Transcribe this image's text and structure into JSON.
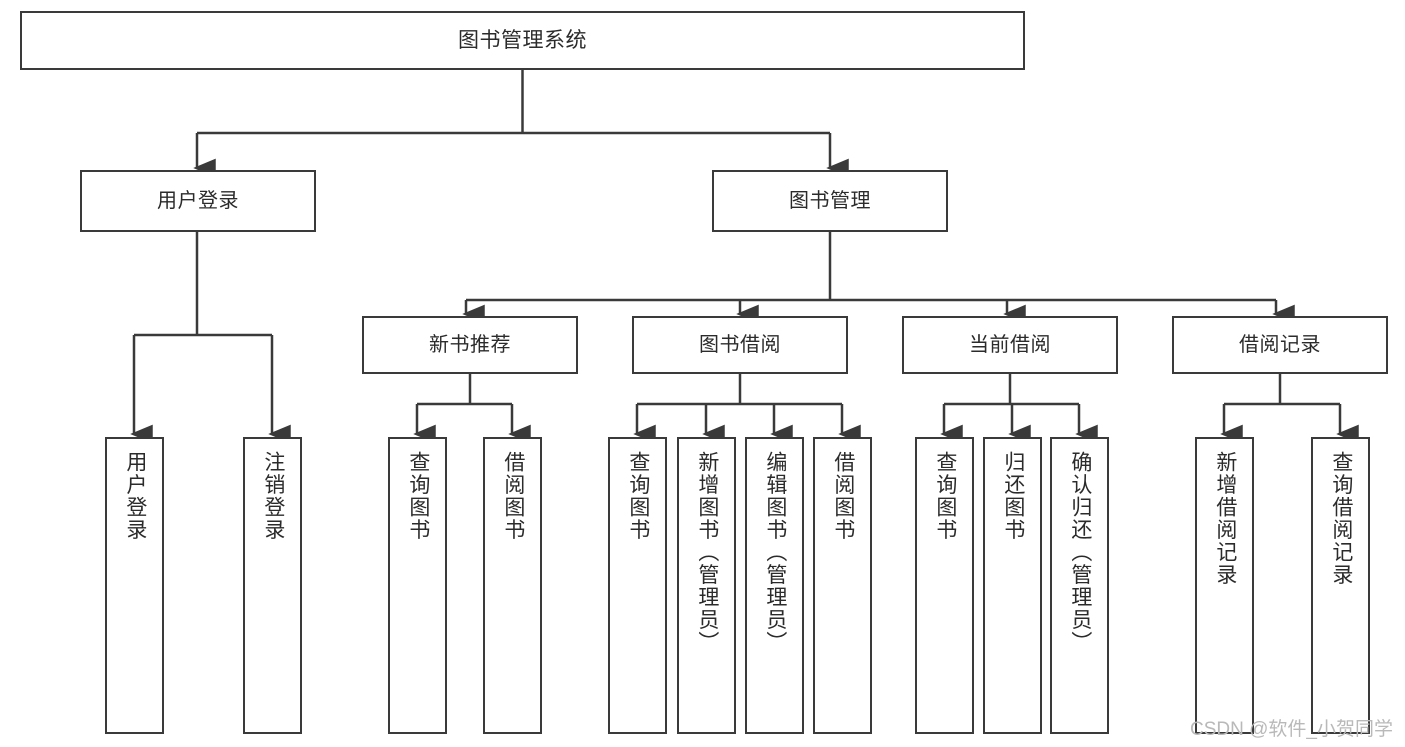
{
  "diagram": {
    "title": "图书管理系统",
    "watermark": "CSDN @软件_小贺同学",
    "root": {
      "label": "图书管理系统"
    },
    "branches": {
      "user_login": {
        "label": "用户登录"
      },
      "book_manage": {
        "label": "图书管理"
      },
      "new_book_rec": {
        "label": "新书推荐"
      },
      "book_borrow": {
        "label": "图书借阅"
      },
      "current_borrow": {
        "label": "当前借阅"
      },
      "borrow_record": {
        "label": "借阅记录"
      }
    },
    "leaves": {
      "user_login_1": {
        "label": "用户登录"
      },
      "user_login_2": {
        "label": "注销登录"
      },
      "new_book_rec_1": {
        "label": "查询图书"
      },
      "new_book_rec_2": {
        "label": "借阅图书"
      },
      "book_borrow_1": {
        "label": "查询图书"
      },
      "book_borrow_2": {
        "label": "新增图书（管理员）"
      },
      "book_borrow_3": {
        "label": "编辑图书（管理员）"
      },
      "book_borrow_4": {
        "label": "借阅图书"
      },
      "current_borrow_1": {
        "label": "查询图书"
      },
      "current_borrow_2": {
        "label": "归还图书"
      },
      "current_borrow_3": {
        "label": "确认归还（管理员）"
      },
      "borrow_record_1": {
        "label": "新增借阅记录"
      },
      "borrow_record_2": {
        "label": "查询借阅记录"
      }
    },
    "colors": {
      "stroke": "#3a3a3a",
      "text": "#2b2b2b",
      "background": "#ffffff",
      "watermark": "#b9b9b9"
    }
  }
}
